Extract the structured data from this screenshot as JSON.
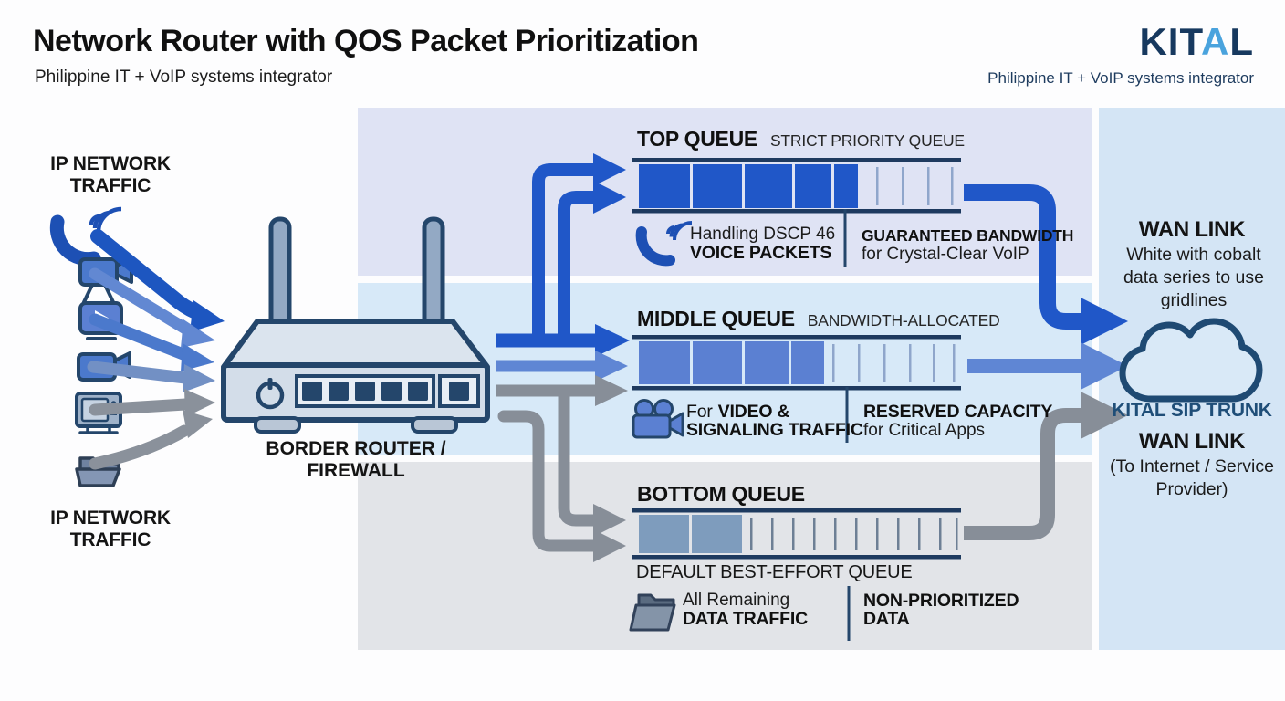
{
  "header": {
    "title": "Network Router with QOS Packet Prioritization",
    "subtitle": "Philippine IT + VoIP systems integrator",
    "logo": {
      "part1": "KIT",
      "accent": "A",
      "part2": "L",
      "subtitle": "Philippine IT + VoIP systems integrator"
    }
  },
  "left": {
    "label_top": "IP NETWORK TRAFFIC",
    "label_bottom": "IP NETWORK TRAFFIC",
    "source_icons": [
      "voip-phone",
      "video-camera",
      "video-stream-screen",
      "video-camera",
      "tv-set",
      "data-folder"
    ]
  },
  "router": {
    "label": "BORDER ROUTER / FIREWALL"
  },
  "queues": {
    "top": {
      "title": "TOP QUEUE",
      "subtitle": "STRICT PRIORITY QUEUE",
      "segments": {
        "filled": 5,
        "empty_ticks": 4
      },
      "note_left": {
        "line1": "Handling DSCP 46",
        "line2": "VOICE PACKETS"
      },
      "note_right": {
        "line1": "GUARANTEED BANDWIDTH",
        "line2": "for Crystal-Clear VoIP"
      }
    },
    "middle": {
      "title": "MIDDLE QUEUE",
      "subtitle": "BANDWIDTH-ALLOCATED",
      "segments": {
        "filled": 4,
        "empty_ticks": 6
      },
      "note_left": {
        "prefix": "For",
        "bold": "VIDEO &",
        "line2": "SIGNALING TRAFFIC"
      },
      "note_right": {
        "line1": "RESERVED CAPACITY",
        "line2": "for Critical Apps"
      }
    },
    "bottom": {
      "title": "BOTTOM QUEUE",
      "caption": "DEFAULT BEST-EFFORT QUEUE",
      "segments": {
        "filled": 2,
        "empty_ticks": 11
      },
      "note_left": {
        "line1": "All Remaining",
        "line2": "DATA TRAFFIC"
      },
      "note_right": {
        "line1": "NON-PRIORITIZED",
        "line2": "DATA"
      }
    }
  },
  "wan": {
    "top_title": "WAN LINK",
    "top_desc": "White with cobalt data series to use gridlines",
    "sip_label": "KITAL SIP TRUNK",
    "bottom_title": "WAN LINK",
    "bottom_desc": "(To Internet / Service Provider)"
  },
  "colors": {
    "cobalt": "#2057c8",
    "medium_blue": "#5f86d4",
    "gray_arrow": "#878e98",
    "top_fill": "#2057c8",
    "middle_fill": "#5b80d2",
    "bottom_fill": "#7e9cbd",
    "rule_navy": "#1e3a5f",
    "tick_blue": "#8fa6cb",
    "tick_gray": "#6d7f95",
    "band_lavender": "#dfe3f4",
    "band_blue": "#d7e9f8",
    "band_gray": "#e2e4e8",
    "panel_blue": "#d4e5f5",
    "logo_navy": "#17395f",
    "logo_accent": "#4aa3dd",
    "sip_text": "#1f4e78"
  }
}
